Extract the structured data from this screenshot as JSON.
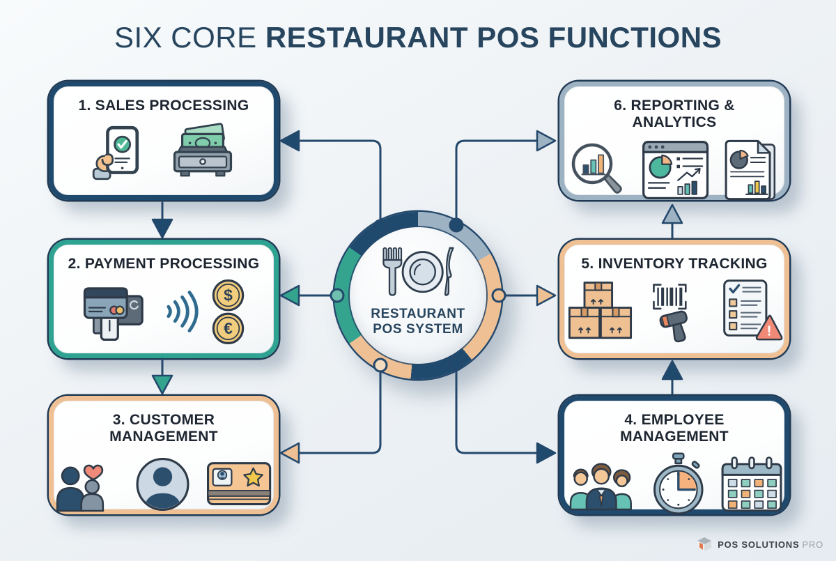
{
  "title": {
    "light": "SIX CORE",
    "bold": "RESTAURANT POS FUNCTIONS"
  },
  "center": {
    "line1": "RESTAURANT",
    "line2": "POS SYSTEM"
  },
  "boxes": [
    {
      "id": 1,
      "label": "1. SALES PROCESSING",
      "accent": "#1f4a6e",
      "icons": [
        "hand-tablet-checkout",
        "cash-drawer"
      ]
    },
    {
      "id": 2,
      "label": "2. PAYMENT PROCESSING",
      "accent": "#2fa392",
      "icons": [
        "card-terminal",
        "contactless-waves",
        "currency-coins"
      ],
      "symbols": [
        "$",
        "€"
      ]
    },
    {
      "id": 3,
      "label": "3. CUSTOMER MANAGEMENT",
      "accent": "#efc093",
      "icons": [
        "customers-heart",
        "avatar",
        "loyalty-card"
      ]
    },
    {
      "id": 4,
      "label": "4. EMPLOYEE MANAGEMENT",
      "accent": "#1f4a6e",
      "icons": [
        "staff-trio",
        "stopwatch",
        "schedule-calendar"
      ]
    },
    {
      "id": 5,
      "label": "5. INVENTORY TRACKING",
      "accent": "#efc093",
      "icons": [
        "stock-boxes",
        "barcode-scanner",
        "checklist-alert"
      ],
      "alert_mark": "!"
    },
    {
      "id": 6,
      "label": "6. REPORTING & ANALYTICS",
      "accent": "#9db3c3",
      "icons": [
        "magnifier-bars",
        "dashboard-charts",
        "report-document"
      ]
    }
  ],
  "footer": {
    "brand_bold": "POS SOLUTIONS",
    "brand_light": "PRO"
  },
  "palette": {
    "navy": "#1f4a6e",
    "teal": "#35a48e",
    "peach": "#eec094",
    "grayblue": "#9db3c3",
    "line": "#24486b",
    "title": "#27455e",
    "background": "#eef2f5"
  }
}
